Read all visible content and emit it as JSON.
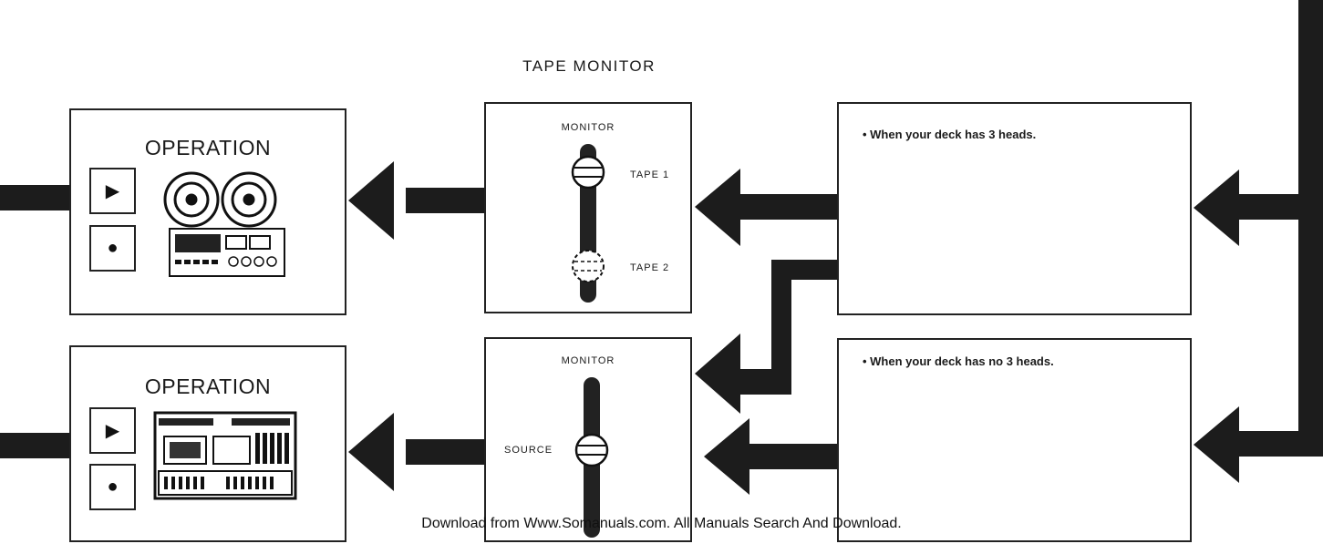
{
  "tape_monitor_title": "TAPE MONITOR",
  "operation_panels": [
    {
      "title": "OPERATION",
      "buttons": [
        {
          "icon": "play-icon",
          "glyph": "▶"
        },
        {
          "icon": "record-icon",
          "glyph": "●"
        }
      ],
      "device": "reel-to-reel-deck-icon"
    },
    {
      "title": "OPERATION",
      "buttons": [
        {
          "icon": "play-icon",
          "glyph": "▶"
        },
        {
          "icon": "record-icon",
          "glyph": "●"
        }
      ],
      "device": "cassette-deck-icon"
    }
  ],
  "monitor_panels": [
    {
      "label": "MONITOR",
      "positions": [
        "TAPE 1",
        "TAPE 2"
      ],
      "selected": "TAPE 1"
    },
    {
      "label": "MONITOR",
      "positions": [
        "SOURCE"
      ],
      "selected": "SOURCE"
    }
  ],
  "conditions": [
    "• When your deck has 3 heads.",
    "• When your deck has no 3 heads."
  ],
  "footer": "Download from Www.Somanuals.com. All Manuals Search And Download.",
  "colors": {
    "arrow": "#1c1c1c",
    "border": "#222222",
    "background": "#ffffff"
  }
}
